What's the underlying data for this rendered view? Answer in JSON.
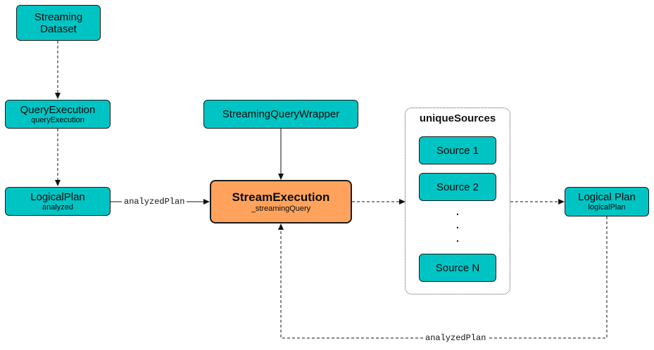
{
  "nodes": {
    "streaming_dataset": {
      "line1": "Streaming",
      "line2": "Dataset"
    },
    "query_execution": {
      "title": "QueryExecution",
      "subtitle": "queryExecution"
    },
    "logical_plan_analyzed": {
      "title": "LogicalPlan",
      "subtitle": "analyzed"
    },
    "streaming_query_wrapper": {
      "title": "StreamingQueryWrapper"
    },
    "stream_execution": {
      "title": "StreamExecution",
      "subtitle": "_streamingQuery"
    },
    "logical_plan_right": {
      "title": "Logical Plan",
      "subtitle": "logicalPlan"
    }
  },
  "unique_sources": {
    "title": "uniqueSources",
    "sources": [
      "Source 1",
      "Source 2",
      "Source N"
    ],
    "ellipsis": [
      ".",
      ".",
      "."
    ]
  },
  "edges": {
    "analyzed_plan_left": "analyzedPlan",
    "analyzed_plan_bottom": "analyzedPlan"
  },
  "colors": {
    "node_fill": "#00c4c4",
    "highlight_fill": "#ffa35c",
    "stroke": "#1a1a1a"
  }
}
